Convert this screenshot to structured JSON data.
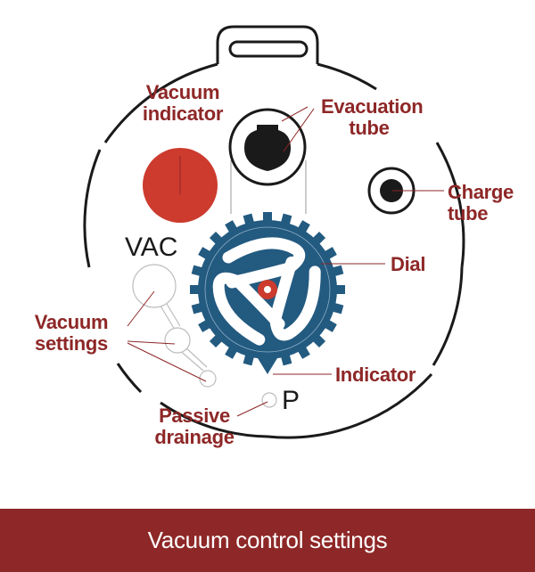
{
  "diagram": {
    "labels": {
      "vacuum_indicator": [
        "Vacuum",
        "indicator"
      ],
      "evacuation_tube": [
        "Evacuation",
        "tube"
      ],
      "charge_tube": [
        "Charge",
        "tube"
      ],
      "dial": "Dial",
      "vacuum_settings": [
        "Vacuum",
        "settings"
      ],
      "indicator": "Indicator",
      "passive_drainage": [
        "Passive",
        "drainage"
      ]
    },
    "marks": {
      "vac": "VAC",
      "p": "P"
    },
    "colors": {
      "label_red": "#8e2727",
      "indicator_red": "#cc3b2e",
      "dial_blue": "#235a80",
      "outline_black": "#1a1a1a",
      "setting_grey": "#bdbdbd"
    }
  },
  "footer": {
    "caption": "Vacuum control settings"
  }
}
